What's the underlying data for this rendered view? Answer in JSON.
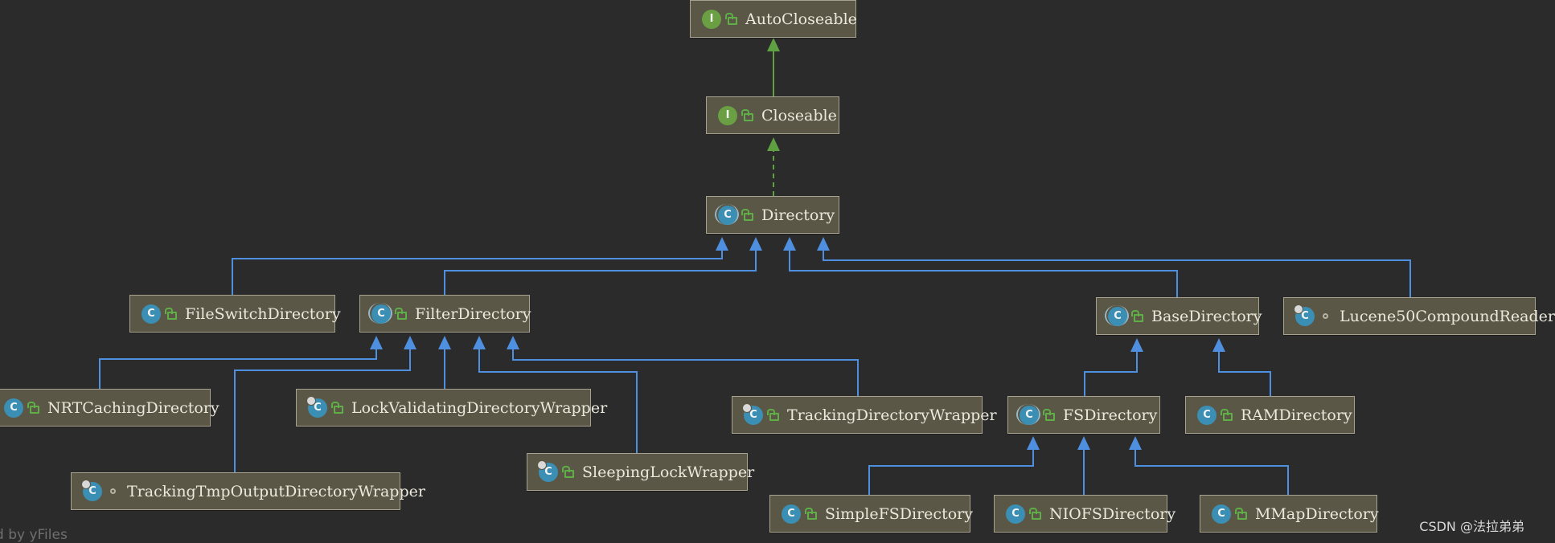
{
  "colors": {
    "background": "#2b2b2b",
    "node_fill": "#5a5746",
    "node_border": "#a6a28f",
    "extends_edge": "#4f8fe0",
    "implements_edge": "#5fa043"
  },
  "nodes": [
    {
      "id": "autocloseable",
      "label": "AutoCloseable",
      "kind": "interface",
      "visibility": "public"
    },
    {
      "id": "closeable",
      "label": "Closeable",
      "kind": "interface",
      "visibility": "public"
    },
    {
      "id": "directory",
      "label": "Directory",
      "kind": "abstract-class",
      "visibility": "public"
    },
    {
      "id": "fileswitchdirectory",
      "label": "FileSwitchDirectory",
      "kind": "class",
      "visibility": "public"
    },
    {
      "id": "filterdirectory",
      "label": "FilterDirectory",
      "kind": "abstract-class",
      "visibility": "public"
    },
    {
      "id": "basedirectory",
      "label": "BaseDirectory",
      "kind": "abstract-class",
      "visibility": "public"
    },
    {
      "id": "lucene50compoundreader",
      "label": "Lucene50CompoundReader",
      "kind": "static-class",
      "visibility": "package"
    },
    {
      "id": "nrtcachingdirectory",
      "label": "NRTCachingDirectory",
      "kind": "class",
      "visibility": "public"
    },
    {
      "id": "lockvalidatingdirectorywrapper",
      "label": "LockValidatingDirectoryWrapper",
      "kind": "static-class",
      "visibility": "public"
    },
    {
      "id": "trackingdirectorywrapper",
      "label": "TrackingDirectoryWrapper",
      "kind": "static-class",
      "visibility": "public"
    },
    {
      "id": "fsdirectory",
      "label": "FSDirectory",
      "kind": "abstract-class",
      "visibility": "public"
    },
    {
      "id": "ramdirectory",
      "label": "RAMDirectory",
      "kind": "class",
      "visibility": "public"
    },
    {
      "id": "sleepinglockwrapper",
      "label": "SleepingLockWrapper",
      "kind": "static-class",
      "visibility": "public"
    },
    {
      "id": "trackingtmpoutputdirectorywrapper",
      "label": "TrackingTmpOutputDirectoryWrapper",
      "kind": "static-class",
      "visibility": "package"
    },
    {
      "id": "simplefsdirectory",
      "label": "SimpleFSDirectory",
      "kind": "class",
      "visibility": "public"
    },
    {
      "id": "niofsdirectory",
      "label": "NIOFSDirectory",
      "kind": "class",
      "visibility": "public"
    },
    {
      "id": "mmapdirectory",
      "label": "MMapDirectory",
      "kind": "class",
      "visibility": "public"
    }
  ],
  "edges": [
    {
      "from": "closeable",
      "to": "autocloseable",
      "type": "extends-interface"
    },
    {
      "from": "directory",
      "to": "closeable",
      "type": "implements"
    },
    {
      "from": "fileswitchdirectory",
      "to": "directory",
      "type": "extends"
    },
    {
      "from": "filterdirectory",
      "to": "directory",
      "type": "extends"
    },
    {
      "from": "basedirectory",
      "to": "directory",
      "type": "extends"
    },
    {
      "from": "lucene50compoundreader",
      "to": "directory",
      "type": "extends"
    },
    {
      "from": "nrtcachingdirectory",
      "to": "filterdirectory",
      "type": "extends"
    },
    {
      "from": "trackingtmpoutputdirectorywrapper",
      "to": "filterdirectory",
      "type": "extends"
    },
    {
      "from": "lockvalidatingdirectorywrapper",
      "to": "filterdirectory",
      "type": "extends"
    },
    {
      "from": "sleepinglockwrapper",
      "to": "filterdirectory",
      "type": "extends"
    },
    {
      "from": "trackingdirectorywrapper",
      "to": "filterdirectory",
      "type": "extends"
    },
    {
      "from": "fsdirectory",
      "to": "basedirectory",
      "type": "extends"
    },
    {
      "from": "ramdirectory",
      "to": "basedirectory",
      "type": "extends"
    },
    {
      "from": "simplefsdirectory",
      "to": "fsdirectory",
      "type": "extends"
    },
    {
      "from": "niofsdirectory",
      "to": "fsdirectory",
      "type": "extends"
    },
    {
      "from": "mmapdirectory",
      "to": "fsdirectory",
      "type": "extends"
    }
  ],
  "footer": {
    "left_text": "d by yFiles"
  },
  "watermark": "CSDN @法拉弟弟"
}
